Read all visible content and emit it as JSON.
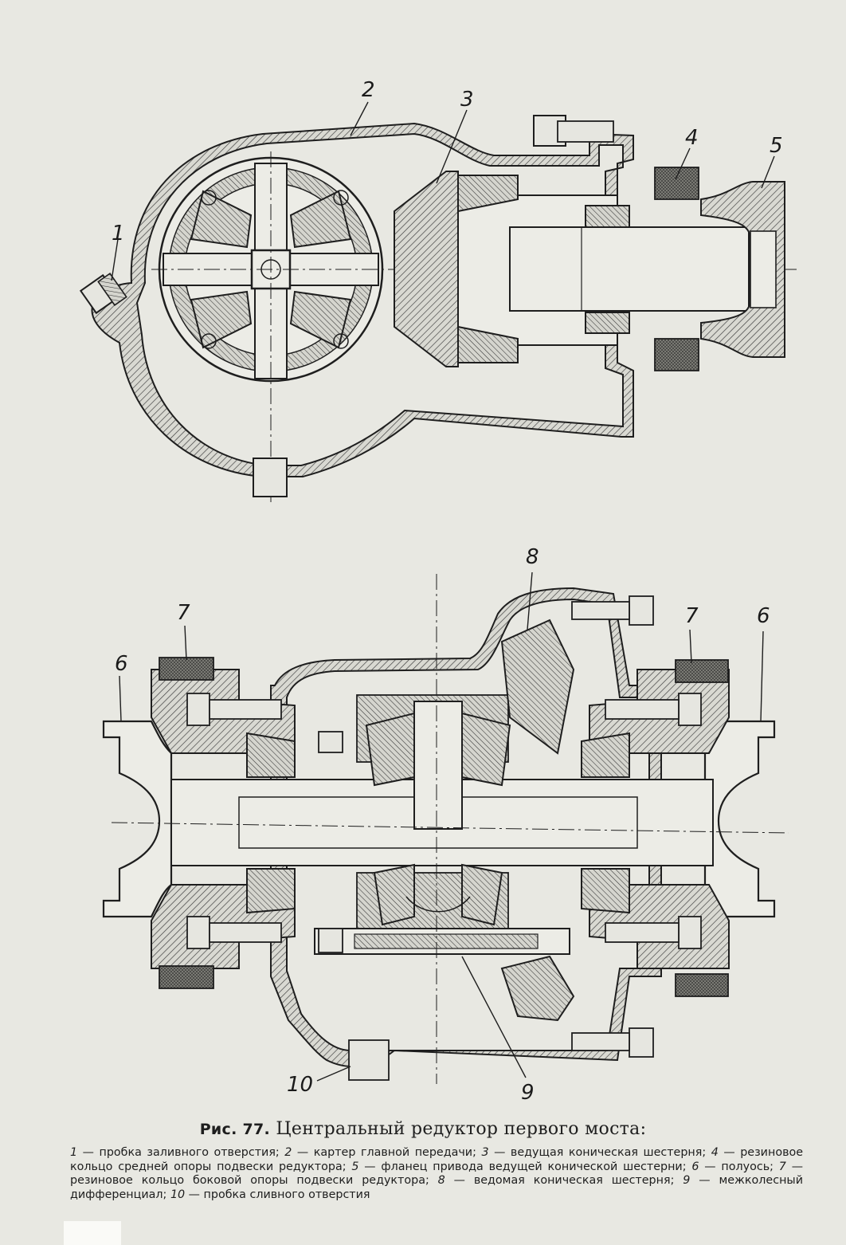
{
  "figure": {
    "label": "Рис. 77.",
    "title": "Центральный редуктор первого моста:"
  },
  "legend": [
    {
      "num": "1",
      "text": "пробка заливного отверстия;"
    },
    {
      "num": "2",
      "text": "картер главной передачи;"
    },
    {
      "num": "3",
      "text": "ведущая коническая шестерня;"
    },
    {
      "num": "4",
      "text": "резиновое кольцо средней опоры подвески редуктора;"
    },
    {
      "num": "5",
      "text": "фланец привода ведущей конической шестерни;"
    },
    {
      "num": "6",
      "text": "полуось;"
    },
    {
      "num": "7",
      "text": "резиновое кольцо боковой опоры подвески редуктора;"
    },
    {
      "num": "8",
      "text": "ведомая коническая шестерня;"
    },
    {
      "num": "9",
      "text": "межколесный дифференциал;"
    },
    {
      "num": "10",
      "text": "пробка сливного отверстия"
    }
  ],
  "callouts": {
    "c1": "1",
    "c2": "2",
    "c3": "3",
    "c4": "4",
    "c5": "5",
    "c6a": "6",
    "c6b": "6",
    "c7a": "7",
    "c7b": "7",
    "c8": "8",
    "c9": "9",
    "c10": "10"
  },
  "colors": {
    "ink": "#1e1e1e",
    "paper": "#e8e8e2",
    "hatch": "#3a3a3a"
  }
}
